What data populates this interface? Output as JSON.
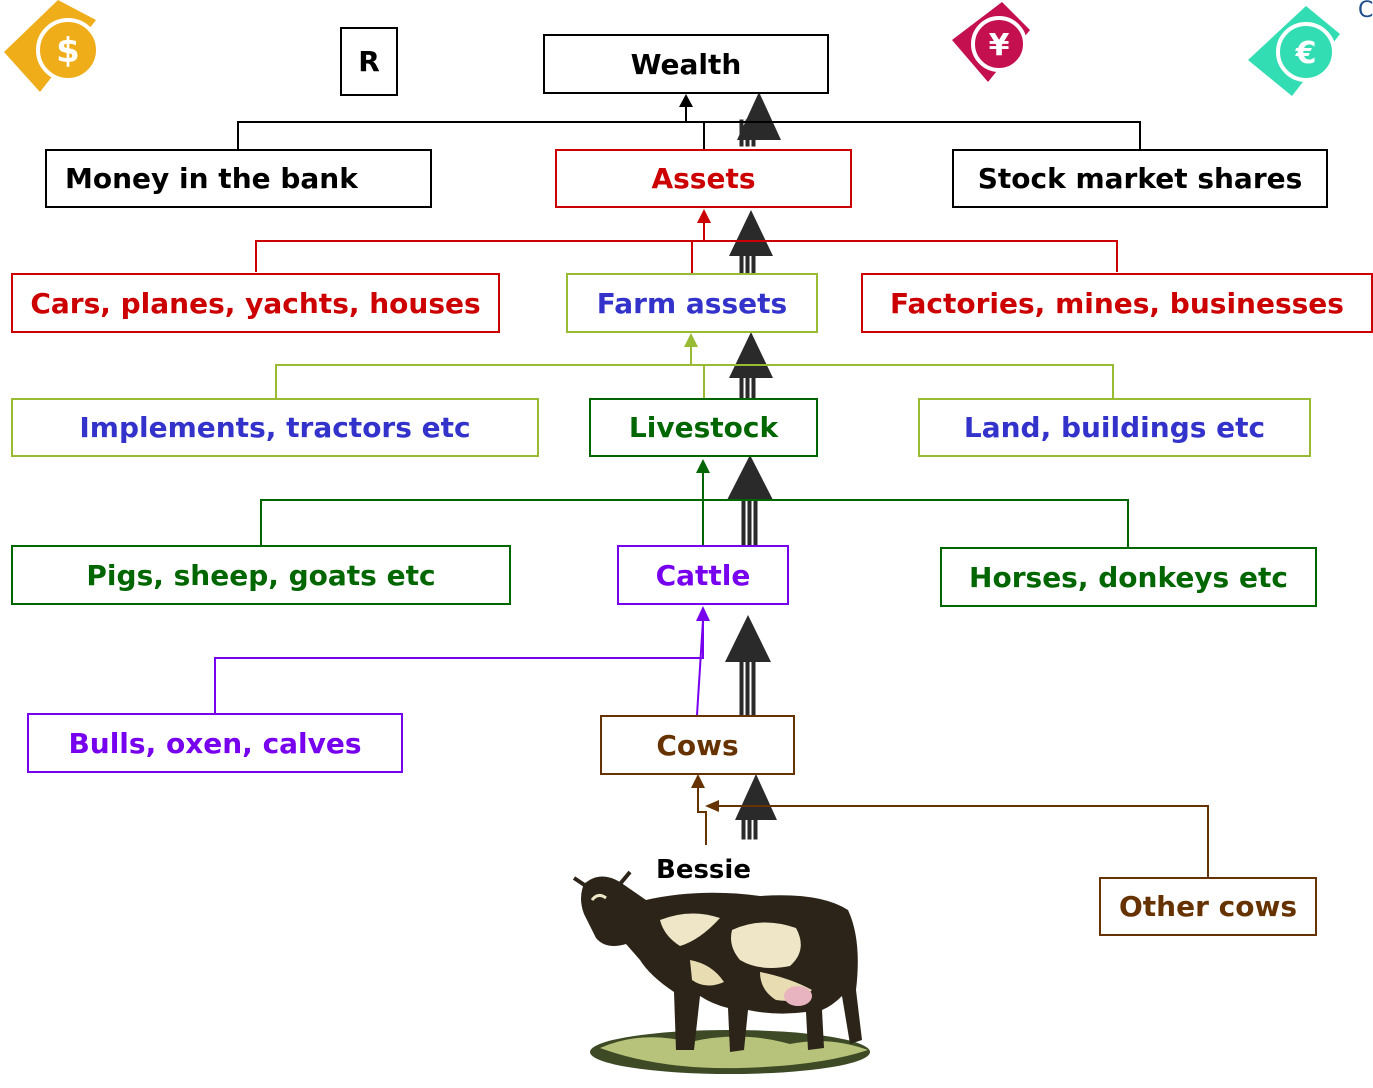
{
  "colors": {
    "black": "#000000",
    "red": "#cc0000",
    "olive": "#99bb33",
    "blue": "#3333cc",
    "green": "#006600",
    "purple": "#7700ee",
    "brown": "#663300",
    "dark_arrow": "#2a2a2a",
    "dollar_coin": "#f0ad1a",
    "yen_coin": "#c4104f",
    "euro_coin": "#33ddb4",
    "corner_text": "#1f4e8c"
  },
  "icons": [
    "dollar-coin-icon",
    "yen-coin-icon",
    "euro-coin-icon",
    "cow-illustration"
  ],
  "boxes": {
    "r": "R",
    "wealth": "Wealth",
    "money_in_bank": "Money in the bank",
    "assets": "Assets",
    "stock_market": "Stock market shares",
    "cars": "Cars, planes, yachts, houses",
    "farm_assets": "Farm assets",
    "factories": "Factories, mines, businesses",
    "implements": "Implements, tractors etc",
    "livestock": "Livestock",
    "land": "Land, buildings etc",
    "pigs": "Pigs, sheep, goats etc",
    "cattle": "Cattle",
    "horses": "Horses, donkeys etc",
    "bulls": "Bulls, oxen, calves",
    "cows": "Cows",
    "other_cows": "Other cows"
  },
  "labels": {
    "bessie": "Bessie",
    "corner_glyph": "C"
  },
  "coin_symbols": {
    "dollar": "$",
    "yen": "¥",
    "euro": "€"
  }
}
